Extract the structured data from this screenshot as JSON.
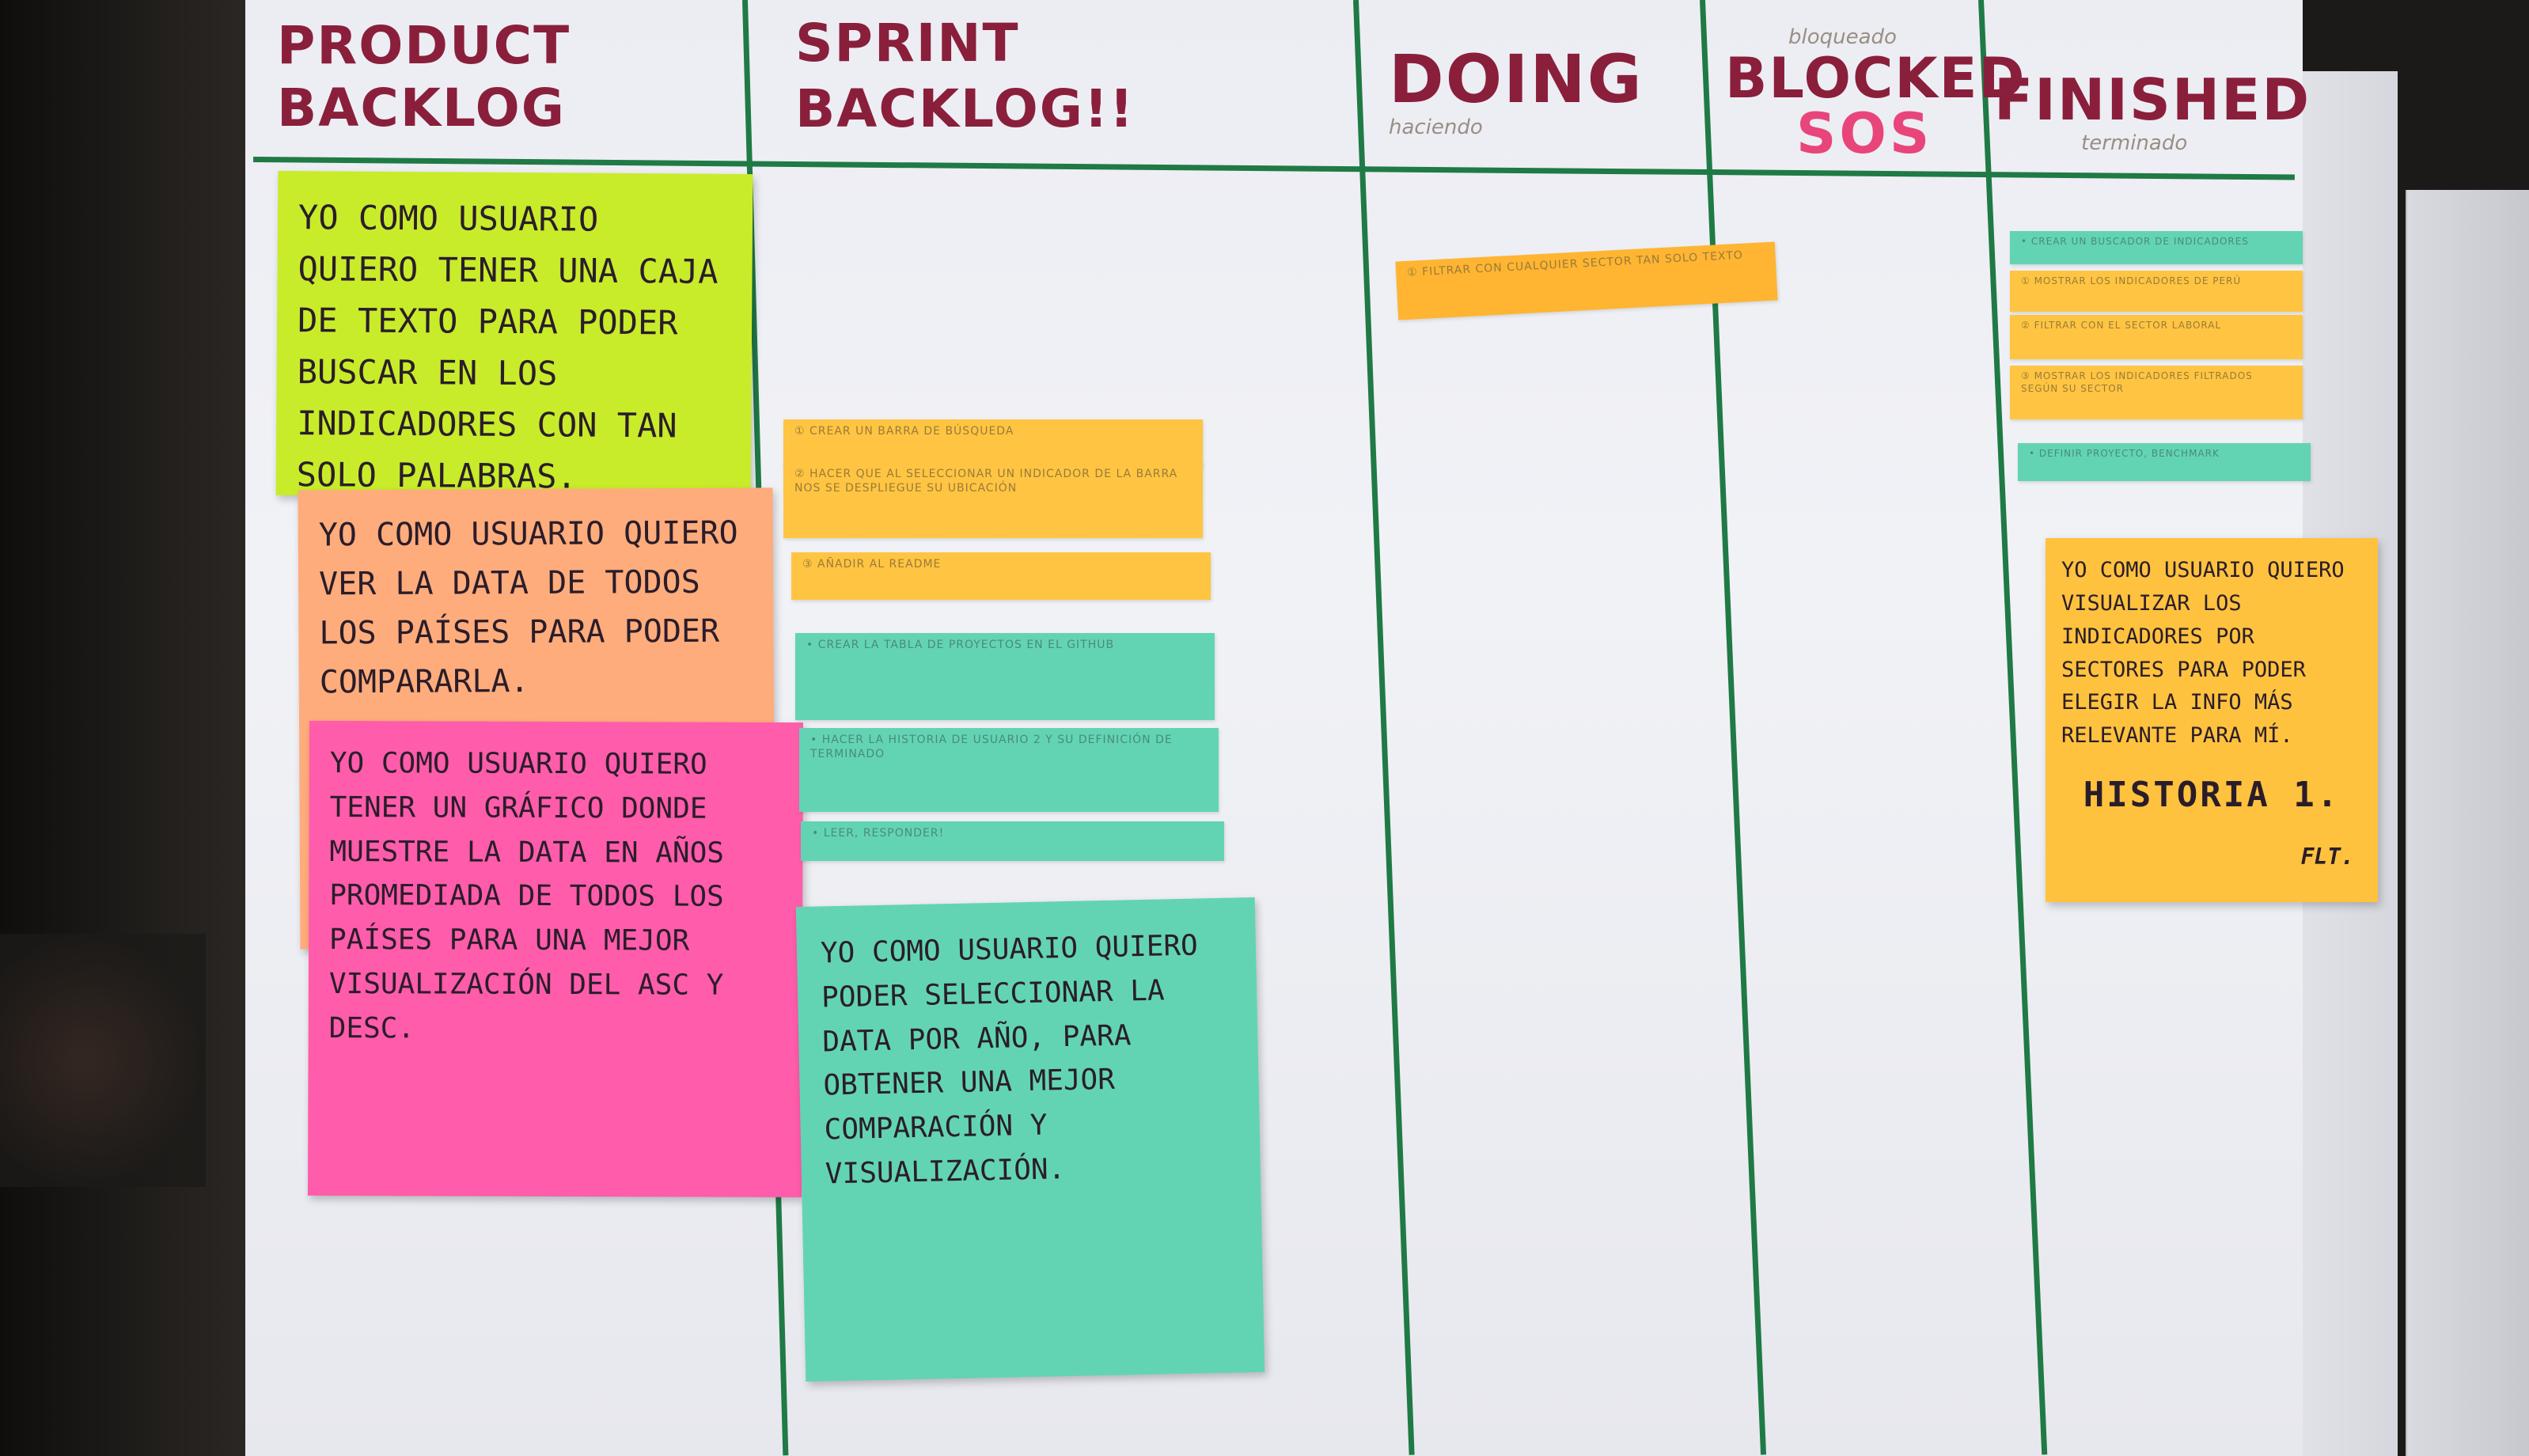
{
  "columns": {
    "product_backlog": "PRODUCT BACKLOG",
    "sprint_backlog": "SPRINT BACKLOG!!",
    "doing": "DOING",
    "doing_sub": "haciendo",
    "blocked": "BLOCKED",
    "blocked_sub": "bloqueado",
    "blocked_sos": "SOS",
    "finished": "FINISHED",
    "finished_sub": "terminado"
  },
  "product_backlog_notes": [
    {
      "text": "Yo como usuario quiero tener una caja de texto para poder buscar en los indicadores con tan solo palabras.",
      "color": "#c8ec2a"
    },
    {
      "text": "Yo como usuario quiero ver la data de todos los países para poder compararla.",
      "color": "#ffac7c"
    },
    {
      "text": "Yo como usuario quiero tener un gráfico donde muestre la data en años promediada de todos los países para una mejor visualización del asc y desc.",
      "color": "#ff5cab"
    }
  ],
  "sprint_backlog": {
    "tasks_orange": [
      "① Crear un barra de búsqueda",
      "② Hacer que al seleccionar un indicador de la barra nos se despliegue su ubicación",
      "③ Añadir al readme"
    ],
    "tasks_teal": [
      "• Crear la tabla de proyectos en el github",
      "• Hacer la historia de usuario 2 y su definición de terminado",
      "• Leer, responder!"
    ],
    "story_note": {
      "text": "Yo como usuario quiero poder seleccionar la data por año, para obtener una mejor comparación y visualización.",
      "color": "#62d4b4"
    }
  },
  "doing_tasks": [
    "① Filtrar con cualquier sector tan solo texto"
  ],
  "finished": {
    "tasks": [
      "• Crear un buscador de indicadores",
      "① Mostrar los indicadores de Perú",
      "② Filtrar con el sector Laboral",
      "③ Mostrar los indicadores filtrados según su sector",
      "• Definir proyecto, benchmark"
    ],
    "story_note": {
      "text": "Yo como usuario quiero visualizar los indicadores por sectores para poder elegir la info más relevante para mí.",
      "label": "HISTORIA 1.",
      "signature": "FLT.",
      "color": "#ffc23e"
    }
  },
  "colors": {
    "lines": "#1f7a45",
    "headers": "#8a1f3c",
    "sos": "#e8457a",
    "board": "#ecedf3"
  }
}
